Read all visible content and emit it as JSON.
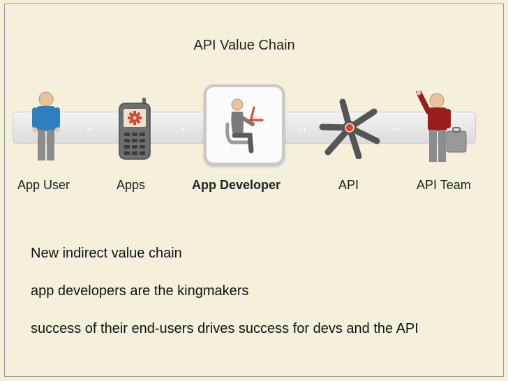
{
  "slide": {
    "title": "API Value Chain",
    "chain": [
      {
        "label": "App User",
        "icon": "person-blue-icon"
      },
      {
        "label": "Apps",
        "icon": "mobile-app-icon"
      },
      {
        "label": "App Developer",
        "icon": "developer-at-laptop-icon"
      },
      {
        "label": "API",
        "icon": "api-hub-icon"
      },
      {
        "label": "API Team",
        "icon": "person-red-with-briefcase-icon"
      }
    ],
    "bullets": [
      "New indirect value chain",
      "app developers are the kingmakers",
      "success of their end-users drives success for devs and the API"
    ]
  },
  "colors": {
    "background": "#f4efd9",
    "user_shirt": "#2f7fbf",
    "team_shirt": "#9b1c1c",
    "accent": "#d8452a"
  }
}
